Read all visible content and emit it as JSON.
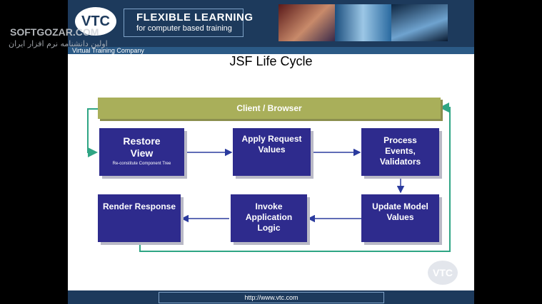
{
  "header": {
    "logo": "VTC",
    "flex_title": "FLEXIBLE LEARNING",
    "flex_sub": "for computer based training",
    "company": "Virtual Training Company"
  },
  "slide": {
    "title": "JSF Life Cycle",
    "client": "Client / Browser",
    "restore_title": "Restore View",
    "restore_sub": "Re-constitute Component Tree",
    "apply": "Apply Request Values",
    "process": "Process Events, Validators",
    "update": "Update Model Values",
    "invoke": "Invoke Application Logic",
    "render": "Render Response"
  },
  "footer": {
    "url": "http://www.vtc.com",
    "watermark": "VTC"
  },
  "overlay": {
    "brand": "SOFTGOZAR.COM",
    "brand_sub": "اولین دانشنامه نرم افزار ایران"
  },
  "colors": {
    "header": "#1d3a5c",
    "box": "#2e2b8d",
    "client_bar": "#a9af5a",
    "connector": "#2fa584",
    "arrow": "#2b3b9e"
  }
}
